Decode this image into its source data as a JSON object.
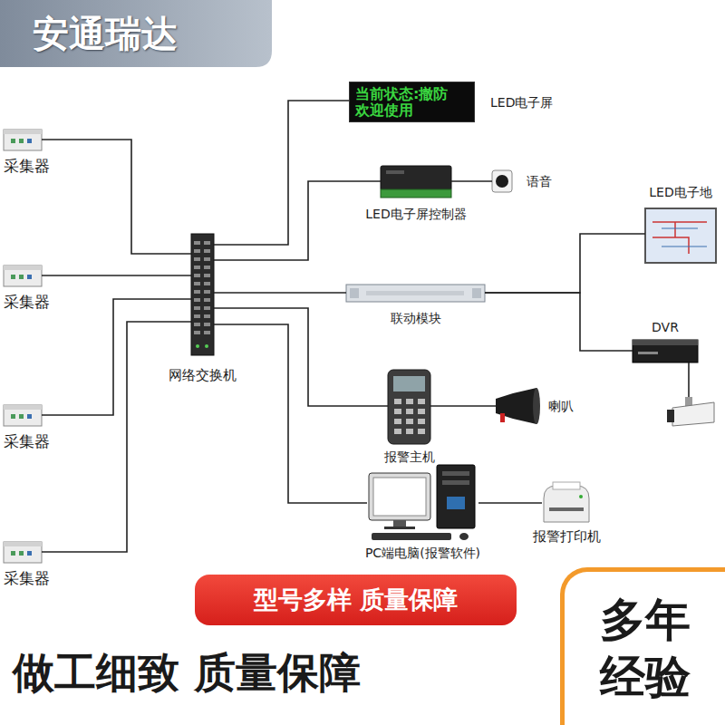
{
  "diagram": {
    "nodes": [
      {
        "text": [
          "采集器"
        ]
      },
      {
        "text": [
          "采集器"
        ]
      },
      {
        "text": [
          "采集器"
        ]
      },
      {
        "text": [
          "采集器"
        ]
      },
      {
        "text": [
          "网络交换机"
        ]
      },
      {
        "text": [
          "当前状态:撤防 欢迎使用",
          "LED电子屏"
        ]
      },
      {
        "text": [
          "LED电子屏控制器"
        ]
      },
      {
        "text": [
          "语音"
        ]
      },
      {
        "text": [
          "联动模块"
        ]
      },
      {
        "text": [
          "LED电子地"
        ]
      },
      {
        "text": [
          "DVR"
        ]
      },
      {
        "text": [
          "报警主机"
        ]
      },
      {
        "text": [
          "喇叭"
        ]
      },
      {
        "text": [
          "PC端电脑(报警软件)"
        ]
      },
      {
        "text": [
          "报警打印机"
        ]
      },
      {
        "text": [
          "型号多样 质量保障"
        ]
      },
      {
        "text": [
          "多年 经验"
        ]
      }
    ],
    "edges": [
      {
        "from": 0,
        "to": 4,
        "arrow": "none"
      },
      {
        "from": 1,
        "to": 4,
        "arrow": "none"
      },
      {
        "from": 2,
        "to": 4,
        "arrow": "none"
      },
      {
        "from": 3,
        "to": 4,
        "arrow": "none"
      },
      {
        "from": 4,
        "to": 5,
        "arrow": "none"
      },
      {
        "from": 4,
        "to": 6,
        "arrow": "none"
      },
      {
        "from": 6,
        "to": 7,
        "arrow": "none"
      },
      {
        "from": 4,
        "to": 8,
        "arrow": "none"
      },
      {
        "from": 8,
        "to": 9,
        "arrow": "none"
      },
      {
        "from": 8,
        "to": 10,
        "arrow": "none"
      },
      {
        "from": 4,
        "to": 11,
        "arrow": "none"
      },
      {
        "from": 11,
        "to": 12,
        "arrow": "none"
      },
      {
        "from": 4,
        "to": 13,
        "arrow": "none"
      },
      {
        "from": 13,
        "to": 14,
        "arrow": "none"
      }
    ],
    "labels": [
      "安通瑞达",
      "做工细致 质量保障"
    ]
  }
}
